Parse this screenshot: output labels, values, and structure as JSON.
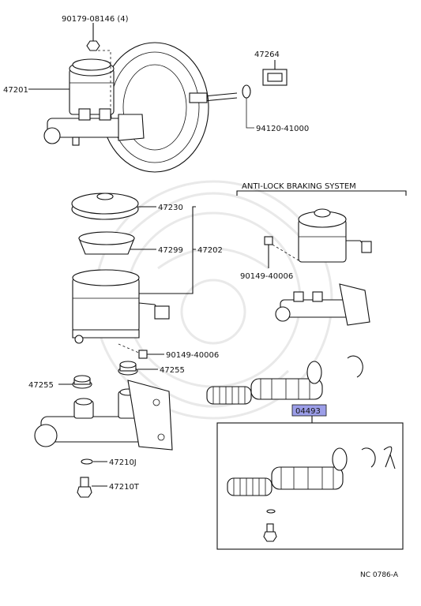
{
  "labels": {
    "nut": "90179-08146 (4)",
    "master_cylinder_assy": "47201",
    "clip": "47264",
    "pin": "94120-41000",
    "abs_title": "ANTI-LOCK BRAKING SYSTEM",
    "cap": "47230",
    "strainer": "47299",
    "reservoir_sub": "47202",
    "abs_bolt": "90149-40006",
    "reservoir_bolt": "90149-40006",
    "grommet_left": "47255",
    "grommet_right": "47255",
    "gasket": "47210J",
    "union_bolt": "47210T",
    "kit": "04493",
    "diagram_code": "NC 0786-A"
  },
  "colors": {
    "ink": "#111111",
    "kit_highlight": "#9c9ee8",
    "watermark": "#e9e9e9"
  }
}
